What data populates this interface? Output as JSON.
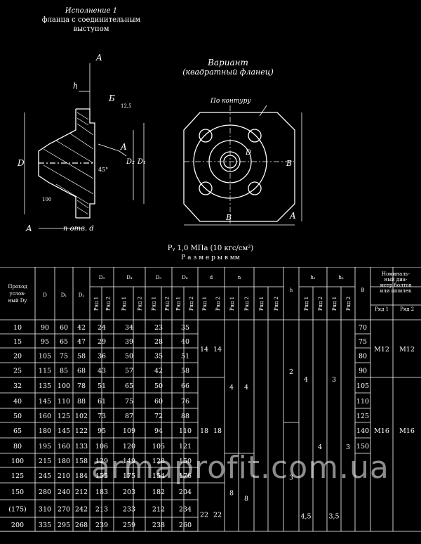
{
  "drawing": {
    "caption_line1": "Исполнение 1",
    "caption_line2": "фланца с соединительным",
    "caption_line3": "выступом",
    "variant_title": "Вариант",
    "variant_subtitle": "(квадратный фланец)",
    "contour_label": "По контуру",
    "labels": {
      "A": "A",
      "h": "h",
      "B6": "Б",
      "rough": "12,5",
      "D": "D",
      "D2": "D₂",
      "D1": "D₁",
      "angle": "45°",
      "d100": "100",
      "holes": "n отв. d",
      "B": "B",
      "Dv": "D"
    }
  },
  "table_title": "Pᵧ 1,0  МПа (10 кгс/см²)",
  "table_subtitle": "Р а з м е р ы   в   мм",
  "headers": {
    "col0": [
      "Проход",
      "услов-",
      "ный Dy"
    ],
    "D": "D",
    "D1": "D₁",
    "D2": "D₂",
    "D3": "D₃",
    "D4": "D₄",
    "D5": "D₅",
    "D6": "D₆",
    "d": "d",
    "n": "n",
    "h": "h",
    "h1": "h₁",
    "h2": "h₂",
    "B": "B",
    "bolt": [
      "Номиналь-",
      "ный диа-",
      "метр болтов",
      "или шпилек"
    ],
    "row1": "Ряд 1",
    "row2": "Ряд 2"
  },
  "rows": [
    [
      "10",
      "90",
      "60",
      "42",
      "24",
      "",
      "34",
      "",
      "23",
      "",
      "35",
      ""
    ],
    [
      "15",
      "95",
      "65",
      "47",
      "29",
      "",
      "39",
      "",
      "28",
      "",
      "40",
      ""
    ],
    [
      "20",
      "105",
      "75",
      "58",
      "36",
      "",
      "50",
      "",
      "35",
      "",
      "51",
      ""
    ],
    [
      "25",
      "115",
      "85",
      "68",
      "43",
      "",
      "57",
      "",
      "42",
      "",
      "58",
      ""
    ],
    [
      "32",
      "135",
      "100",
      "78",
      "51",
      "",
      "65",
      "",
      "50",
      "",
      "66",
      ""
    ],
    [
      "40",
      "145",
      "110",
      "88",
      "61",
      "",
      "75",
      "",
      "60",
      "",
      "76",
      ""
    ],
    [
      "50",
      "160",
      "125",
      "102",
      "73",
      "",
      "87",
      "",
      "72",
      "",
      "88",
      ""
    ],
    [
      "65",
      "180",
      "145",
      "122",
      "95",
      "",
      "109",
      "",
      "94",
      "",
      "110",
      ""
    ],
    [
      "80",
      "195",
      "160",
      "133",
      "106",
      "",
      "120",
      "",
      "105",
      "",
      "121",
      ""
    ],
    [
      "100",
      "215",
      "180",
      "158",
      "129",
      "",
      "149",
      "",
      "128",
      "",
      "150",
      ""
    ],
    [
      "125",
      "245",
      "210",
      "184",
      "155",
      "",
      "175",
      "",
      "154",
      "",
      "176",
      ""
    ],
    [
      "150",
      "280",
      "240",
      "212",
      "183",
      "",
      "203",
      "",
      "182",
      "",
      "204",
      ""
    ],
    [
      "(175)",
      "310",
      "270",
      "242",
      "213",
      "",
      "233",
      "",
      "212",
      "",
      "234",
      ""
    ],
    [
      "200",
      "335",
      "295",
      "268",
      "239",
      "",
      "259",
      "",
      "238",
      "",
      "260",
      ""
    ]
  ],
  "merged": {
    "d_g1": "14",
    "d_g2": "18",
    "d_g3": "22",
    "d2_g1": "14",
    "d2_g2": "18",
    "d2_g3": "22",
    "n_g1": "4",
    "n_g2": "8",
    "n2_g1": "4",
    "n2_g2": "8",
    "h_g1": "2",
    "h_g2": "3",
    "h1_a": "4",
    "h1_b": "4",
    "h1_c": "4,5",
    "h2_a": "3",
    "h2_b": "3",
    "h2_c": "3,5",
    "B": [
      "70",
      "75",
      "80",
      "90",
      "105",
      "110",
      "125",
      "140",
      "150"
    ],
    "bolt1_g1": "M12",
    "bolt2_g1": "M12",
    "bolt1_g2": "M16",
    "bolt2_g2": "M16"
  },
  "watermark": "armaprofit.com.ua"
}
